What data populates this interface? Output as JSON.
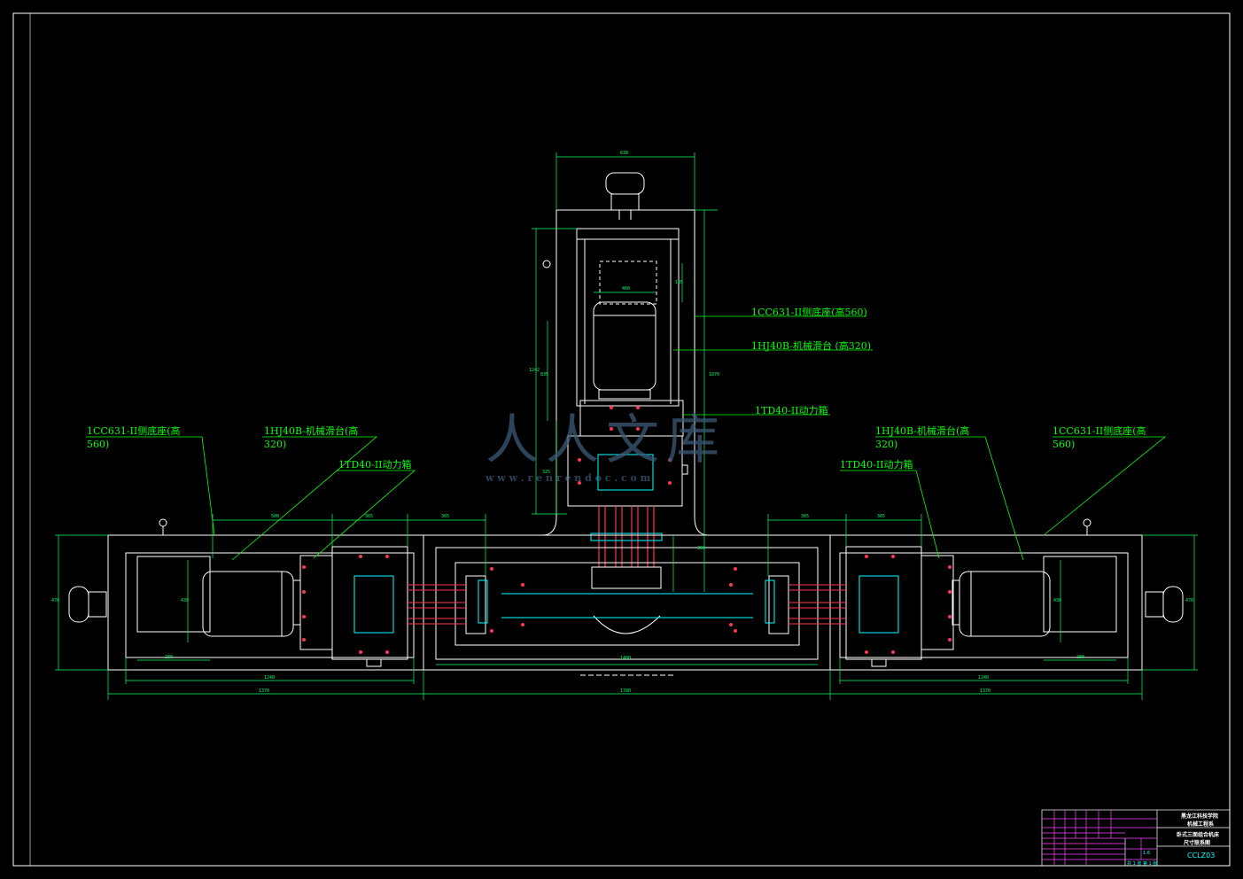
{
  "colors": {
    "background": "#000000",
    "frame": "#ffffff",
    "outline": "#ffffff",
    "dimension": "#00ff66",
    "leader": "#00ff00",
    "accent": "#00ffff",
    "bolt": "#ff3355",
    "titleblock_pink": "#ff44ff",
    "titleblock_cyan": "#00ffff"
  },
  "labels": {
    "center_base": "1CC631-II侧底座(高560)",
    "center_slide": "1HJ40B-机械滑台 (高320)",
    "center_head": "1TD40-II动力箱",
    "left_base_l1": "1CC631-II侧底座(高",
    "left_base_l2": "560)",
    "left_slide_l1": "1HJ40B-机械滑台(高",
    "left_slide_l2": "320)",
    "left_head": "1TD40-II动力箱",
    "right_slide_l1": "1HJ40B-机械滑台(高",
    "right_slide_l2": "320)",
    "right_base_l1": "1CC631-II侧底座(高",
    "right_base_l2": "560)",
    "right_head": "1TD40-II动力箱"
  },
  "dimensions": {
    "top_width": "638",
    "top_motor": "460",
    "top_h1": "1242",
    "top_h2": "835",
    "top_h3": "1870",
    "top_h4": "325",
    "top_h5": "185",
    "center_drop": "360",
    "left_500": "500",
    "left_365a": "365",
    "left_365b": "365",
    "right_365a": "365",
    "right_365b": "365",
    "left_1240": "1240",
    "left_1370": "1370",
    "right_1240": "1240",
    "right_1370": "1370",
    "mid_1480": "1480",
    "total_1780": "1780",
    "left_280": "280",
    "right_280": "280",
    "left_h": "430",
    "right_h": "430",
    "left_edge": "470",
    "right_edge": "470"
  },
  "watermark": {
    "text": "人人文库",
    "url": "w w w . r e n r e n d o c . c o m"
  },
  "titleblock": {
    "school_l1": "黑龙江科技学院",
    "school_l2": "机械工程系",
    "title_l1": "卧式三面组合机床",
    "title_l2": "尺寸联系图",
    "drawing_no": "CCLZ03",
    "sheets": "共 1 张   第 1 张",
    "scale": "1:6"
  }
}
